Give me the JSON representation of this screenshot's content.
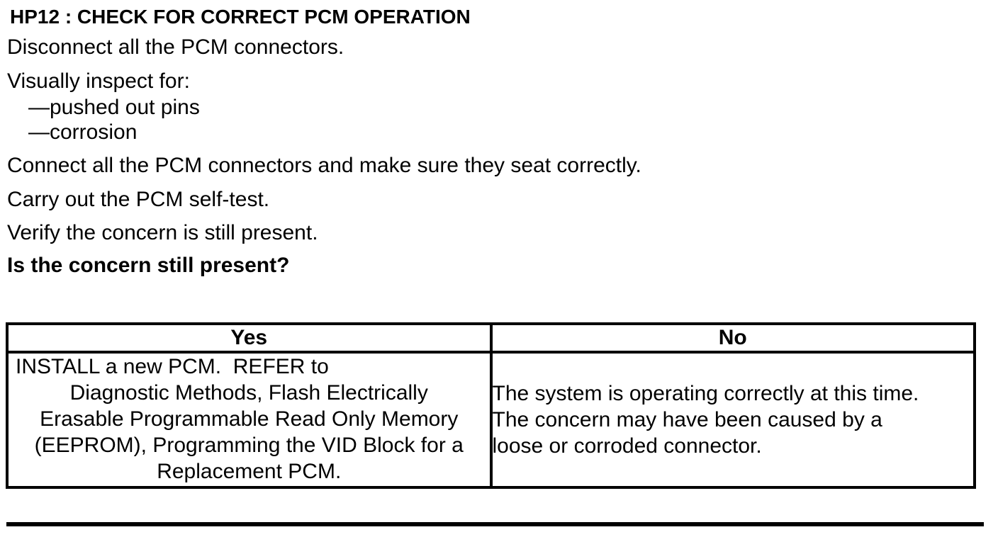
{
  "page": {
    "background_color": "#ffffff",
    "text_color": "#000000"
  },
  "procedure": {
    "heading": "HP12 : CHECK FOR CORRECT PCM OPERATION",
    "lines": {
      "disconnect": "Disconnect all the PCM connectors.",
      "inspect_intro": "Visually inspect for:",
      "inspect_items": [
        "—pushed out pins",
        "—corrosion"
      ],
      "connect": "Connect all the PCM connectors and make sure they seat correctly.",
      "self_test": "Carry out the PCM self-test.",
      "verify": "Verify the concern is still present.",
      "question": "Is the concern still present?"
    }
  },
  "result_table": {
    "columns": [
      {
        "header": "Yes",
        "lines": [
          "INSTALL a new PCM.  REFER to",
          "Diagnostic Methods, Flash Electrically",
          "Erasable Programmable Read Only Memory",
          "(EEPROM), Programming the VID Block for a",
          "Replacement PCM."
        ]
      },
      {
        "header": "No",
        "lines": [
          "The system is operating correctly at this time.",
          "The concern may have been caused by a",
          "loose or corroded connector."
        ]
      }
    ]
  }
}
